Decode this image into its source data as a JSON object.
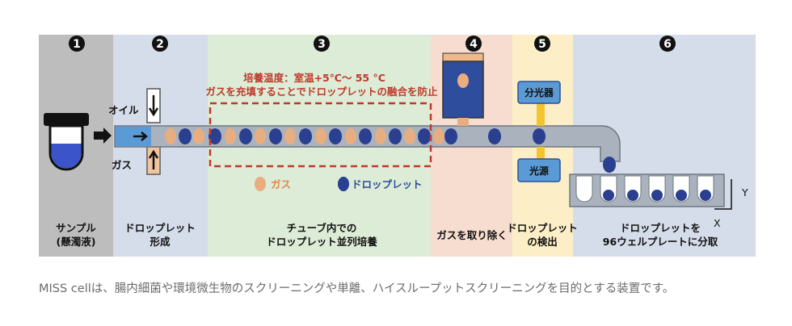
{
  "steps": [
    {
      "num": "1",
      "label_lines": [
        "サンプル",
        "(懸濁液)"
      ],
      "color": "#bdbdbd"
    },
    {
      "num": "2",
      "label_lines": [
        "ドロップレット",
        "形成"
      ],
      "color": "#d4dde9"
    },
    {
      "num": "3",
      "label_lines": [
        "チューブ内での",
        "ドロップレット並列培養"
      ],
      "color": "#dcecd6"
    },
    {
      "num": "4",
      "label_lines": [
        "ガスを取り除く"
      ],
      "color": "#f7ddd0"
    },
    {
      "num": "5",
      "label_lines": [
        "ドロップレット",
        "の検出"
      ],
      "color": "#fcefc8"
    },
    {
      "num": "6",
      "label_lines": [
        "ドロップレットを",
        "96ウェルプレートに分取"
      ],
      "color": "#d4dde9"
    }
  ],
  "inputs": {
    "oil": "オイル",
    "gas": "ガス"
  },
  "culture_note": [
    "培養温度：室温+5℃～ 55 °C",
    "ガスを充填することでドロップレットの融合を防止"
  ],
  "legend": {
    "gas": "ガス",
    "droplet": "ドロップレット"
  },
  "detector": {
    "spectrometer": "分光器",
    "light_source": "光源"
  },
  "axes": {
    "x": "X",
    "y": "Y"
  },
  "colors": {
    "droplet": "#2a3f8f",
    "gas": "#e8ae80",
    "sample_liquid": "#3b54c9",
    "tube": "#aab2bd",
    "highlight_red": "#c0392b"
  },
  "caption": "MISS cellは、腸内細菌や環境微生物のスクリーニングや単離、ハイスループットスクリーニングを目的とする装置です。"
}
